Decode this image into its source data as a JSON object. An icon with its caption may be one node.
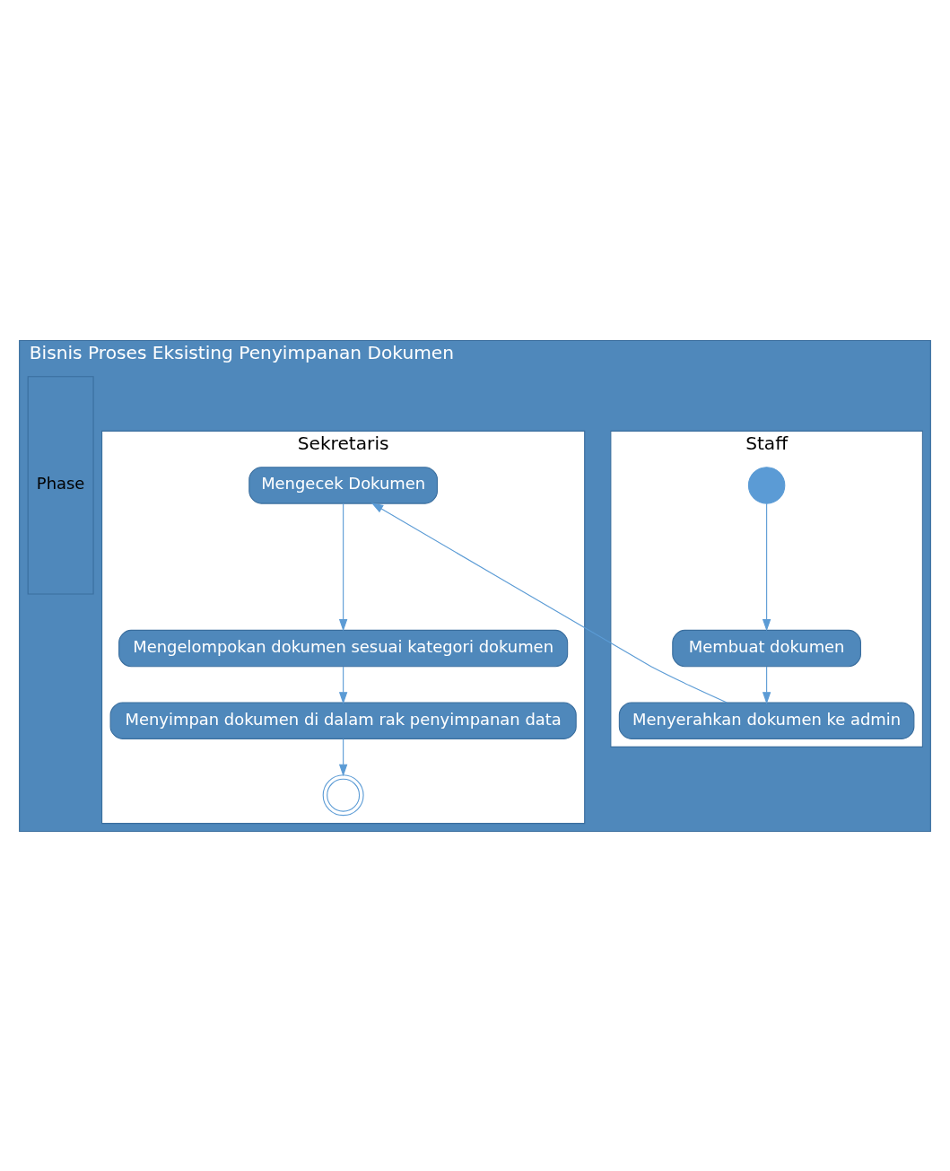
{
  "diagram": {
    "nodes": [
      {
        "text": [
          "Bisnis Proses Eksisting Penyimpanan Dokumen"
        ]
      },
      {
        "text": [
          "Phase"
        ],
        "in": 0
      },
      {
        "text": [
          "Staff"
        ],
        "in": 0
      },
      {
        "text": [
          "Sekretaris"
        ],
        "in": 0
      },
      {
        "text": [],
        "shape": "circle",
        "in": 2
      },
      {
        "text": [
          "Membuat dokumen"
        ],
        "in": 2
      },
      {
        "text": [
          "Menyerahkan dokumen ke admin"
        ],
        "in": 2
      },
      {
        "text": [
          "Mengecek Dokumen"
        ],
        "in": 3
      },
      {
        "text": [
          "Mengelompokan dokumen sesuai kategori dokumen"
        ],
        "in": 3
      },
      {
        "text": [
          "Menyimpan dokumen di dalam rak penyimpanan data"
        ],
        "in": 3
      },
      {
        "text": [],
        "shape": "circle",
        "in": 3
      }
    ],
    "edges": [
      {
        "from": 4,
        "to": 5,
        "arrow": "to"
      },
      {
        "from": 5,
        "to": 6,
        "arrow": "to"
      },
      {
        "from": 6,
        "to": 7,
        "arrow": "to"
      },
      {
        "from": 7,
        "to": 8,
        "arrow": "to"
      },
      {
        "from": 8,
        "to": 9,
        "arrow": "to"
      },
      {
        "from": 9,
        "to": 10,
        "arrow": "to"
      }
    ]
  }
}
